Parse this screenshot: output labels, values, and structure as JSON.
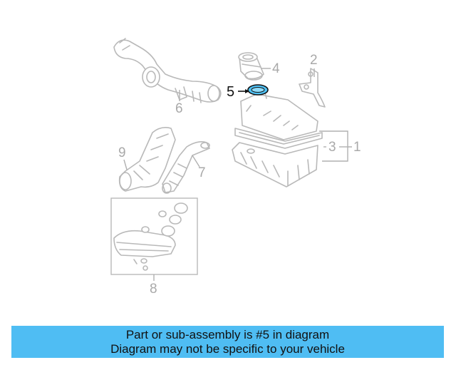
{
  "diagram": {
    "callouts": {
      "part1": "1",
      "part2": "2",
      "part3": "3",
      "part4": "4",
      "part5": "5",
      "part6": "6",
      "part7": "7",
      "part8": "8",
      "part9": "9"
    },
    "highlight_color": "#4fc3f7"
  },
  "banner": {
    "line1": "Part or sub-assembly is #5 in diagram",
    "line2": "Diagram may not be specific to your vehicle",
    "background": "#4fbdf3"
  }
}
